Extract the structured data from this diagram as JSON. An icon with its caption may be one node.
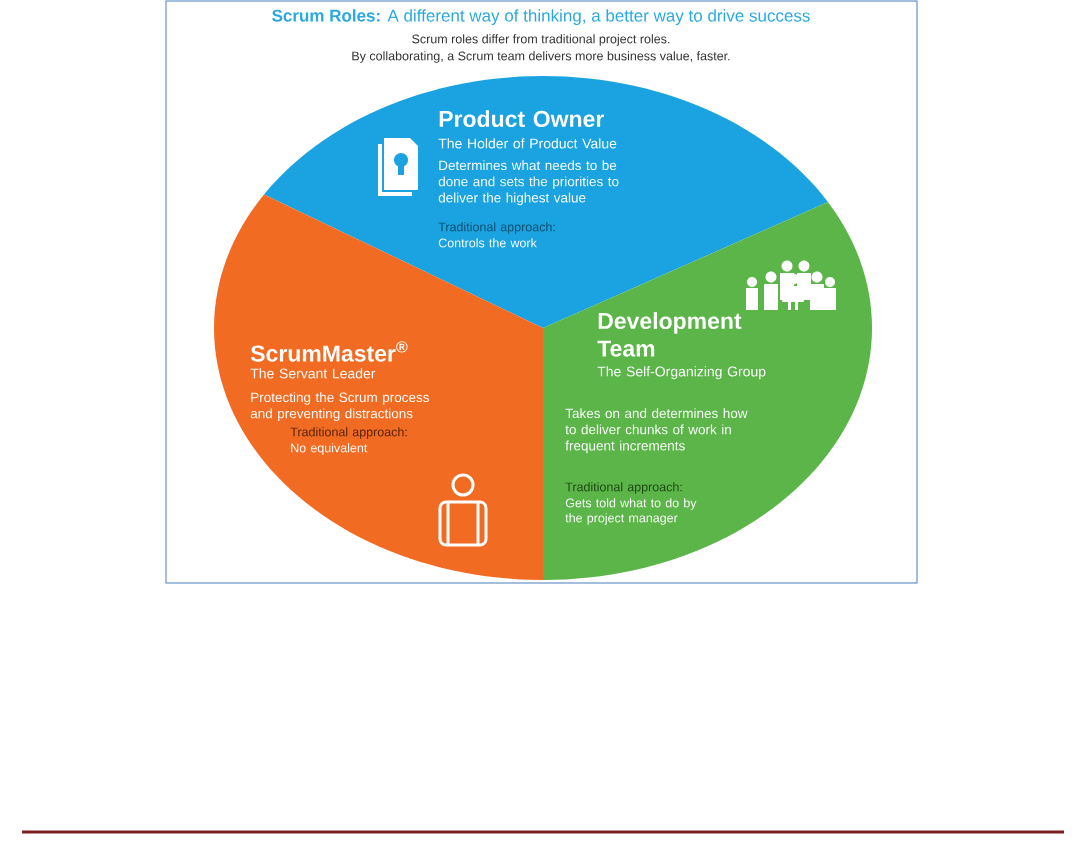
{
  "diagram": {
    "title": "**Scrum Roles:** A different way of thinking, a better way to drive success",
    "nodes": [
      {
        "text": [
          "Product Owner",
          "The Holder of Product Value",
          "Determines what needs to be done and sets the priorities to deliver the highest value",
          "Traditional approach:",
          "Controls the work"
        ]
      },
      {
        "text": [
          "ScrumMaster$^{®}$",
          "The Servant Leader",
          "Protecting the Scrum process and preventing distractions",
          "Traditional approach:",
          "No equivalent"
        ]
      },
      {
        "text": [
          "Development Team",
          "The Self-Organizing Group",
          "Takes on and determines how to deliver chunks of work in frequent increments",
          "Traditional approach:",
          "Gets told what to do by the project manager"
        ]
      }
    ],
    "labels": [
      "Scrum roles differ from traditional project roles.",
      "By collaborating, a Scrum team delivers more business value, faster."
    ]
  }
}
